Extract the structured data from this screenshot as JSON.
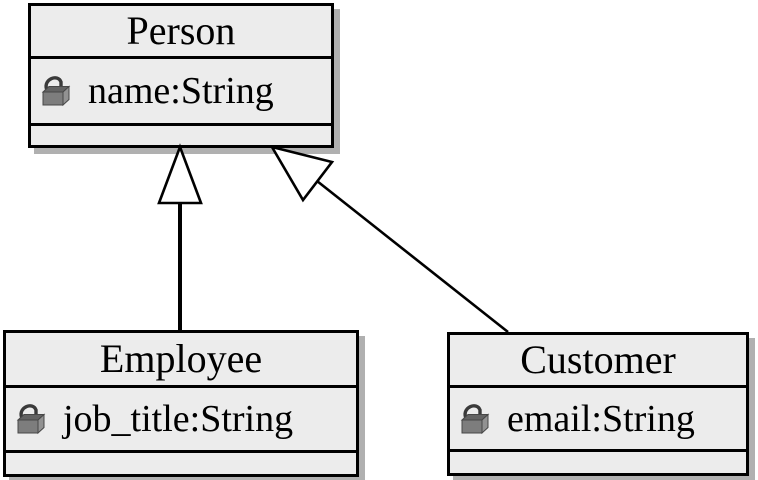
{
  "classes": {
    "person": {
      "name": "Person",
      "attributes": [
        {
          "icon": "open-padlock-icon",
          "text": "name:String"
        }
      ],
      "operations": []
    },
    "employee": {
      "name": "Employee",
      "attributes": [
        {
          "icon": "open-padlock-icon",
          "text": "job_title:String"
        }
      ],
      "operations": []
    },
    "customer": {
      "name": "Customer",
      "attributes": [
        {
          "icon": "open-padlock-icon",
          "text": "email:String"
        }
      ],
      "operations": []
    }
  },
  "relationships": [
    {
      "type": "generalization",
      "from": "Employee",
      "to": "Person"
    },
    {
      "type": "generalization",
      "from": "Customer",
      "to": "Person"
    }
  ],
  "colors": {
    "background": "#ffffff",
    "box_fill": "#ececec",
    "border": "#000000",
    "shadow": "#b0b0b0",
    "lock_front": "#7d7d7d",
    "lock_top": "#636363",
    "lock_side": "#929292",
    "lock_shackle": "#3a3a3a"
  }
}
